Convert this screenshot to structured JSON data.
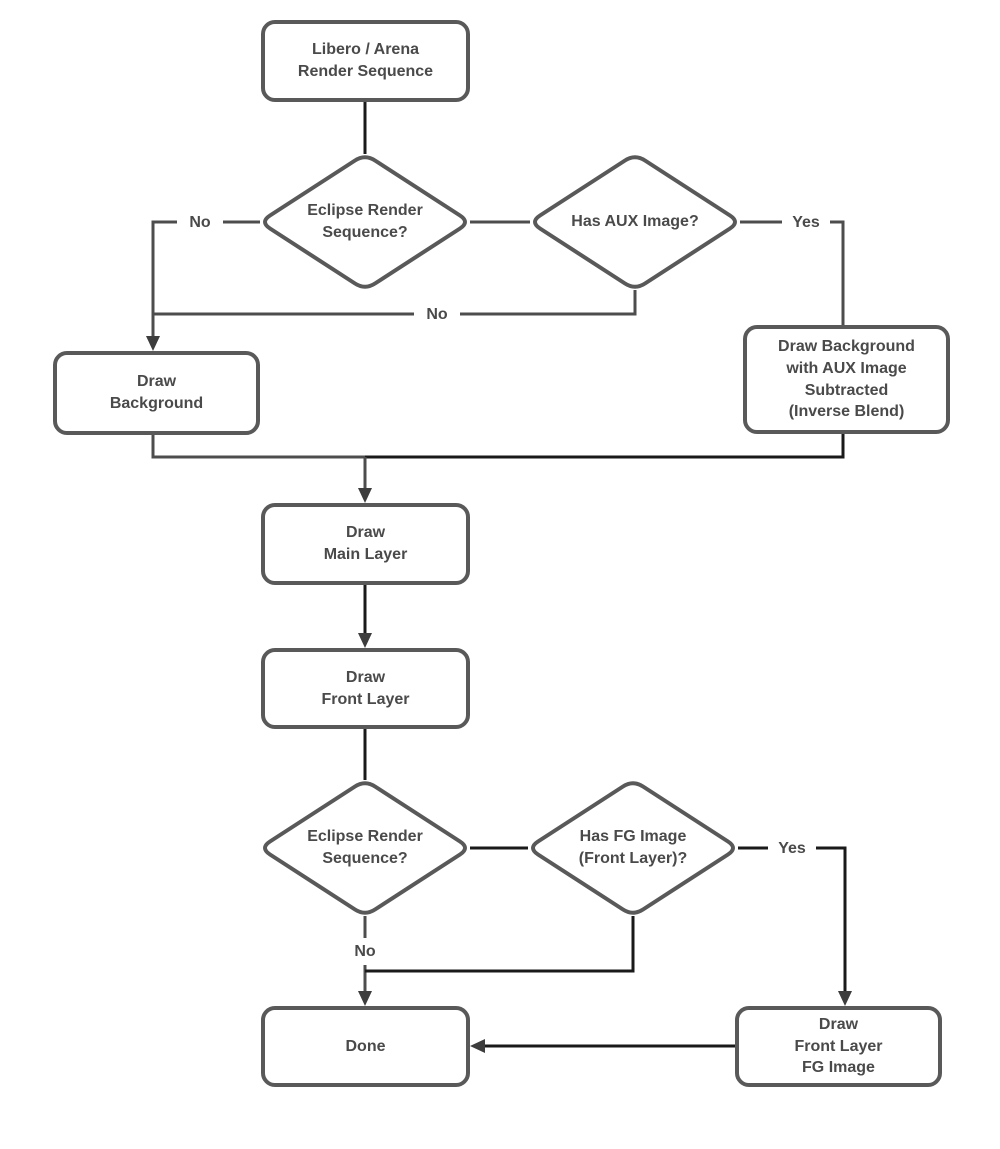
{
  "nodes": {
    "start": {
      "label": "Libero / Arena\nRender Sequence"
    },
    "eclipse_render_1": {
      "label": "Eclipse Render\nSequence?"
    },
    "has_aux_image": {
      "label": "Has AUX Image?"
    },
    "draw_background": {
      "label": "Draw\nBackground"
    },
    "draw_background_aux": {
      "label": "Draw Background\nwith AUX Image\nSubtracted\n(Inverse Blend)"
    },
    "draw_main_layer": {
      "label": "Draw\nMain Layer"
    },
    "draw_front_layer": {
      "label": "Draw\nFront Layer"
    },
    "eclipse_render_2": {
      "label": "Eclipse Render\nSequence?"
    },
    "has_fg_image": {
      "label": "Has FG Image\n(Front Layer)?"
    },
    "done": {
      "label": "Done"
    },
    "draw_front_layer_fg": {
      "label": "Draw\nFront Layer\nFG Image"
    }
  },
  "edge_labels": {
    "eclipse1_no": "No",
    "has_aux_yes": "Yes",
    "has_aux_no": "No",
    "has_fg_yes": "Yes",
    "eclipse2_no": "No"
  },
  "colors": {
    "background": "#ffffff",
    "shape_border": "#595959",
    "text": "#4a4a4a",
    "line_gray": "#4d4d4d",
    "line_dark": "#1a1a1a",
    "arrowhead": "#3d3d3d"
  }
}
